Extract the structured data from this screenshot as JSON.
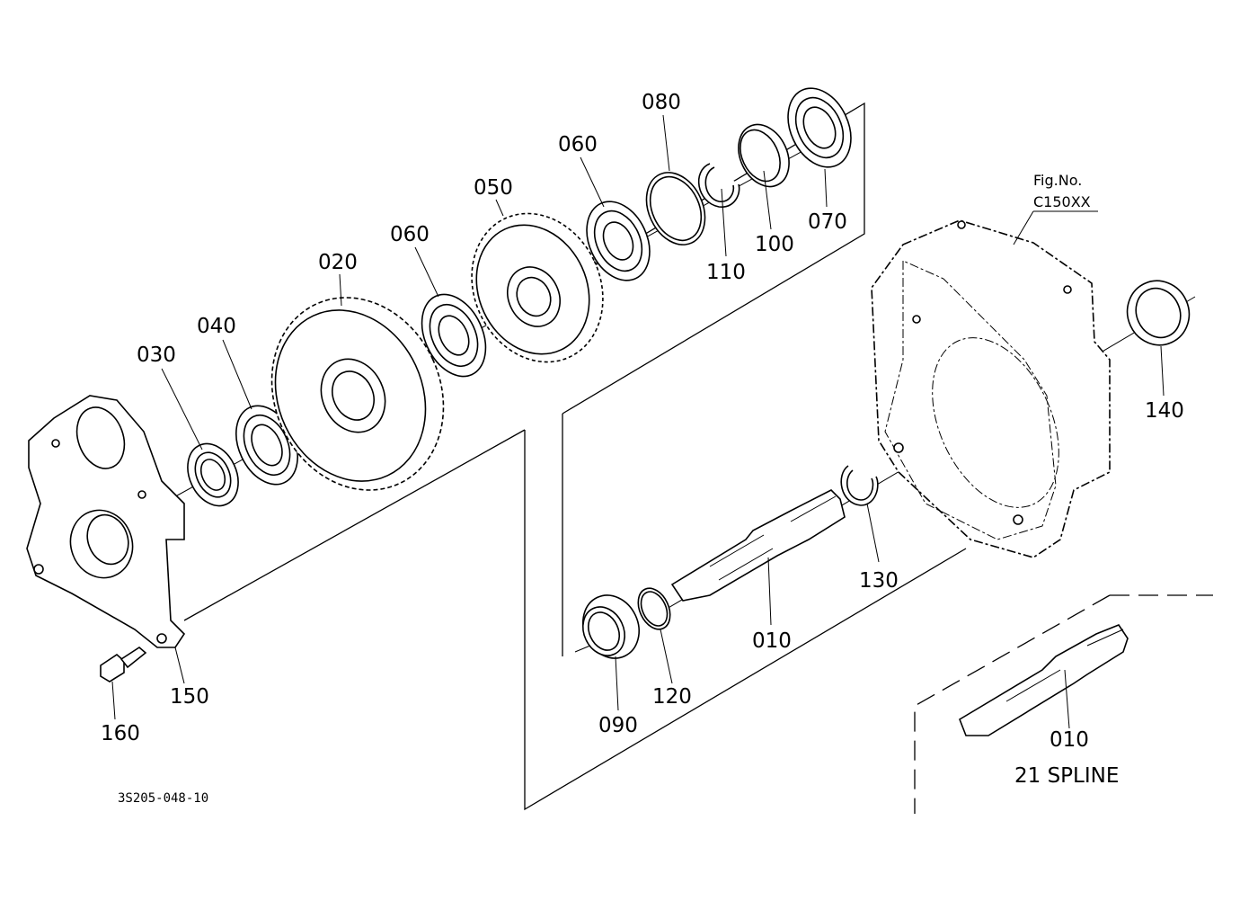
{
  "labels": {
    "p010": "010",
    "p010b": "010",
    "p020": "020",
    "p030": "030",
    "p040": "040",
    "p050": "050",
    "p060a": "060",
    "p060b": "060",
    "p070": "070",
    "p080": "080",
    "p090": "090",
    "p100": "100",
    "p110": "110",
    "p120": "120",
    "p130": "130",
    "p140": "140",
    "p150": "150",
    "p160": "160"
  },
  "figref": {
    "line1": "Fig.No.",
    "line2": "C150XX"
  },
  "spline_note": "21 SPLINE",
  "drawing_code": "3S205-048-10"
}
